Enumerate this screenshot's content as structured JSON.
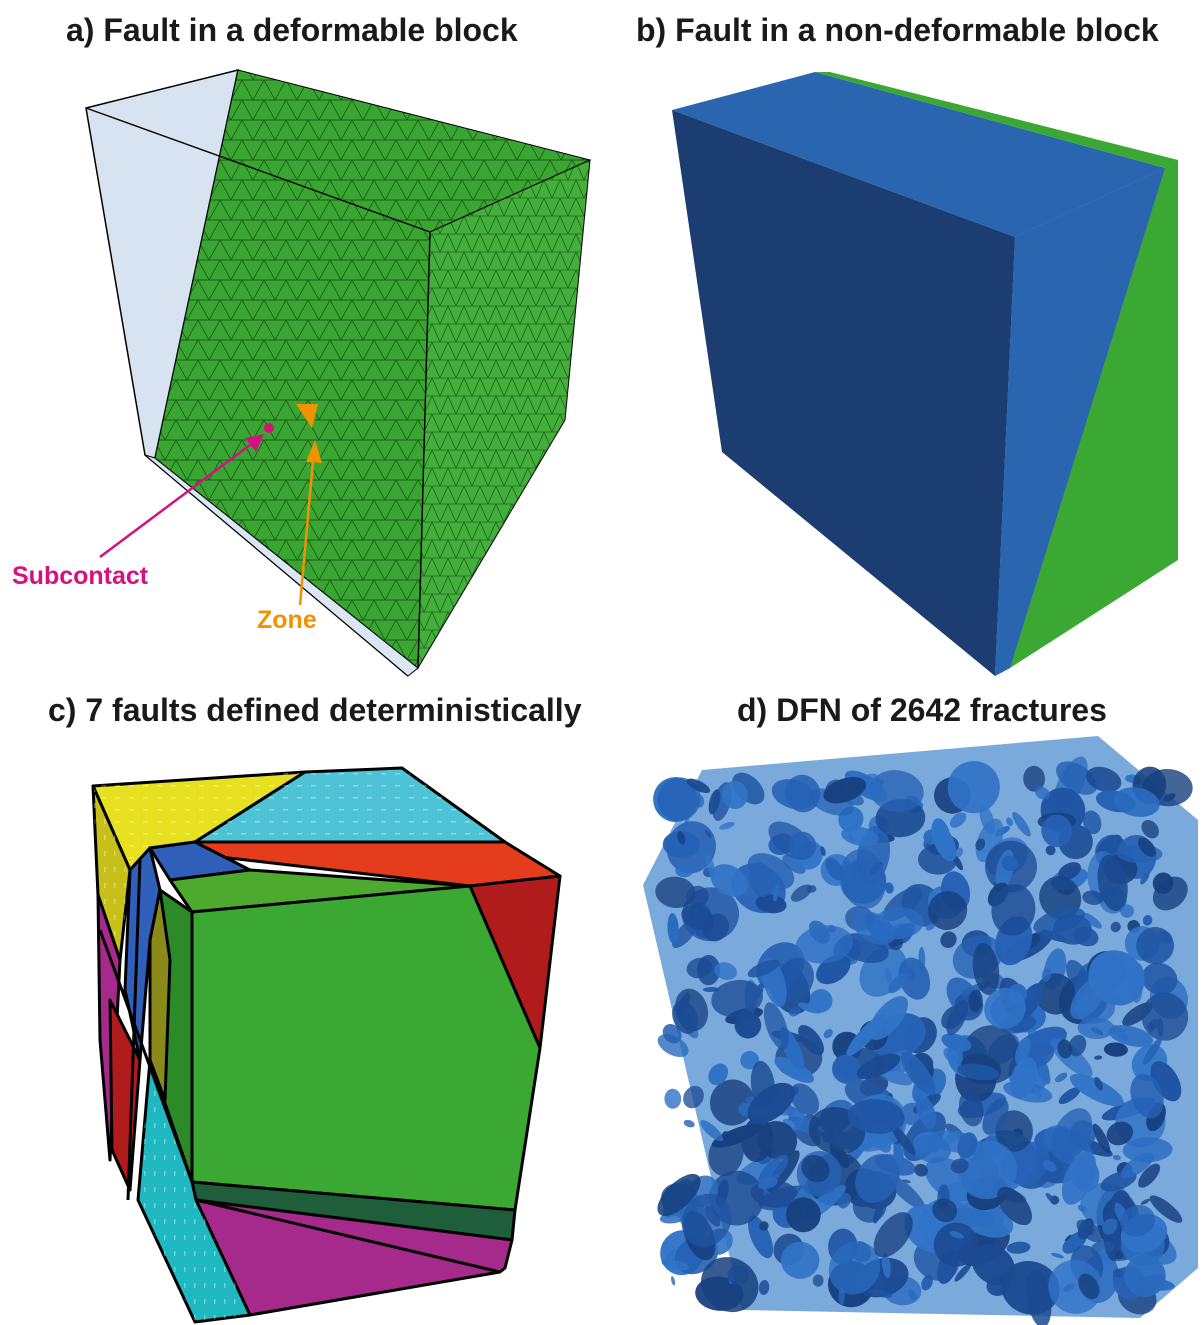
{
  "panels": {
    "a": {
      "title": "a) Fault in a deformable block"
    },
    "b": {
      "title": "b) Fault in a non-deformable block"
    },
    "c": {
      "title": "c) 7 faults defined deterministically"
    },
    "d": {
      "title": "d) DFN of 2642 fractures"
    }
  },
  "annotations": {
    "subcontact": {
      "text": "Subcontact",
      "color": "#d4127e"
    },
    "zone": {
      "text": "Zone",
      "color": "#f39200"
    }
  },
  "colors": {
    "mesh_green": "#3aa632",
    "block_dark_blue": "#1b3d72",
    "block_mid_blue": "#2a66b0",
    "fault_green": "#3aa832",
    "dfn_box": "#7aa9dc",
    "dfn_fracture": "#2561b4",
    "panel_c_faces": [
      "#e6e021",
      "#4fc3d6",
      "#e43c1c",
      "#3aa832",
      "#a52a8c",
      "#1e5e3a",
      "#20b8c0",
      "#2f5fb8",
      "#b01c1c"
    ]
  }
}
